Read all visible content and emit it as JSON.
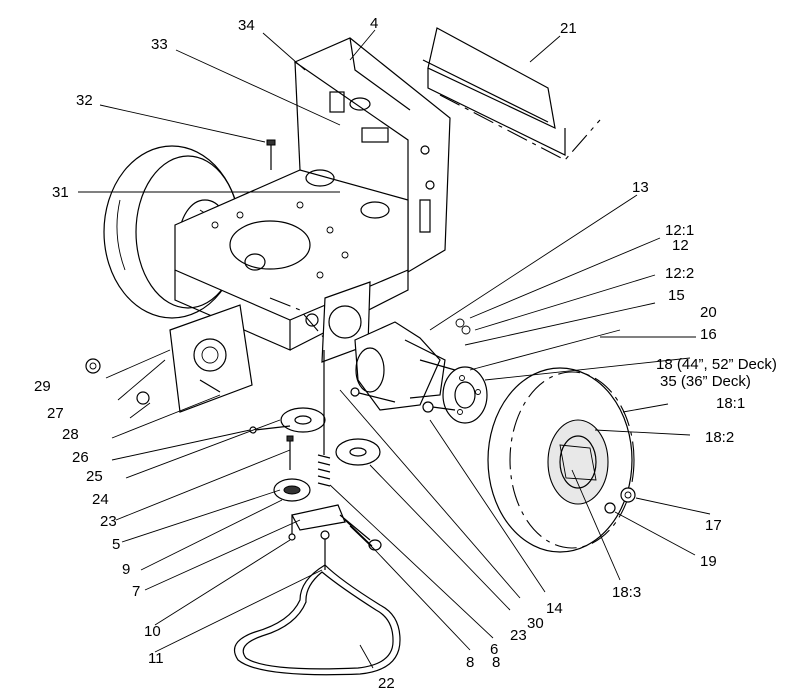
{
  "callouts": {
    "c34": "34",
    "c4": "4",
    "c21": "21",
    "c33": "33",
    "c32": "32",
    "c31": "31",
    "c13": "13",
    "c12_1": "12:1",
    "c12": "12",
    "c12_2": "12:2",
    "c15": "15",
    "c20": "20",
    "c16": "16",
    "c18": "18 (44”, 52” Deck)",
    "c35": "35 (36” Deck)",
    "c18_1": "18:1",
    "c18_2": "18:2",
    "c17": "17",
    "c19": "19",
    "c18_3": "18:3",
    "c29": "29",
    "c27": "27",
    "c28": "28",
    "c26": "26",
    "c25": "25",
    "c24": "24",
    "c23a": "23",
    "c5": "5",
    "c9": "9",
    "c7": "7",
    "c10": "10",
    "c11": "11",
    "c8a": "8",
    "c22": "22",
    "c8b": "8",
    "c6": "6",
    "c23b": "23",
    "c30": "30",
    "c14": "14"
  }
}
